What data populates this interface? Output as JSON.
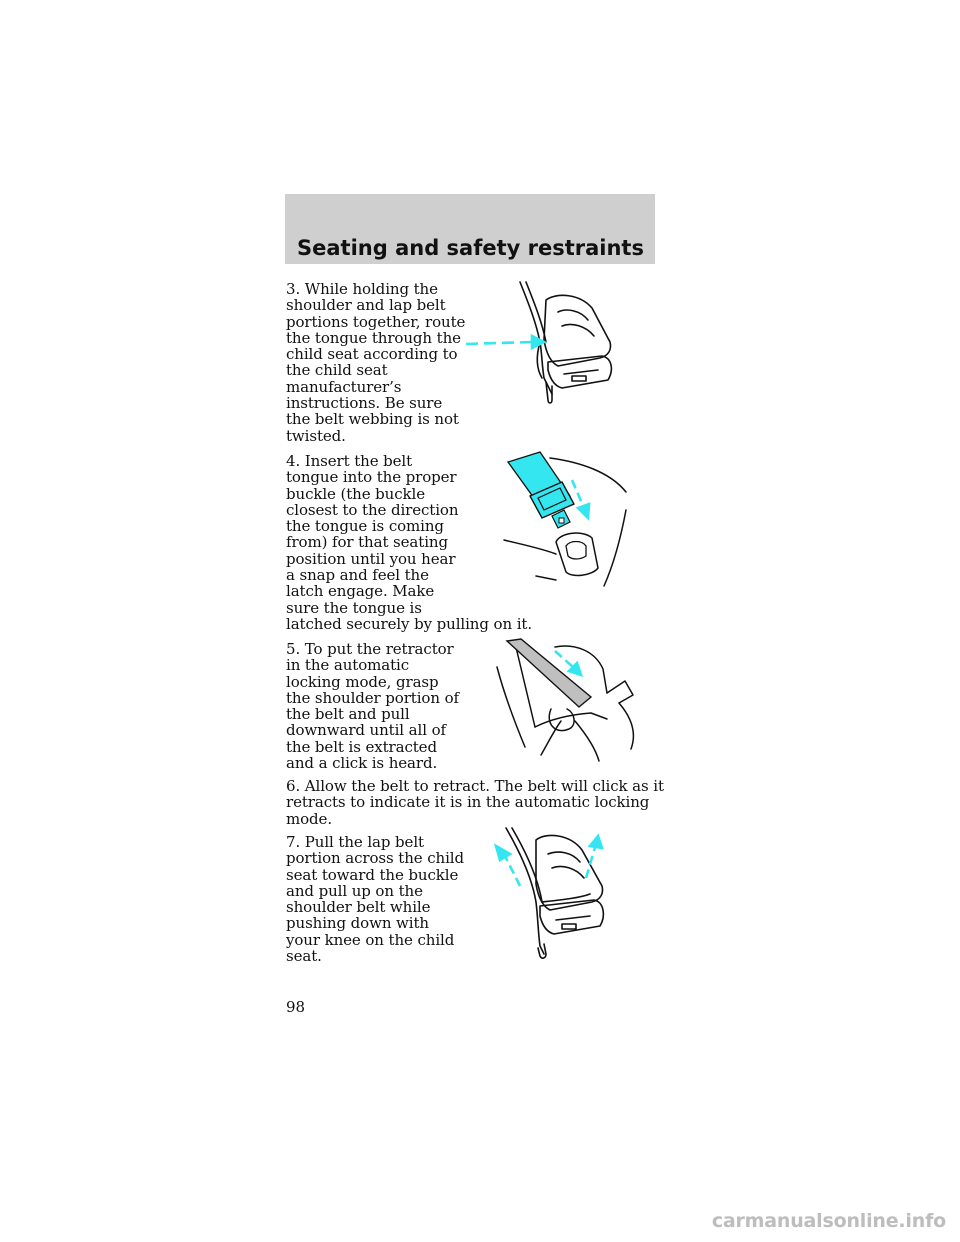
{
  "header": {
    "title": "Seating and safety restraints"
  },
  "steps": [
    {
      "text": "3. While holding the\nshoulder and lap belt\nportions together, route\nthe tongue through the\nchild seat according to\nthe child seat\nmanufacturer’s\ninstructions. Be sure\nthe belt webbing is not\ntwisted."
    },
    {
      "text": "4. Insert the belt\ntongue into the proper\nbuckle (the buckle\nclosest to the direction\nthe tongue is coming\nfrom) for that seating\nposition until you hear\na snap and feel the\nlatch engage. Make\nsure the tongue is\nlatched securely by pulling on it."
    },
    {
      "text": "5. To put the retractor\nin the automatic\nlocking mode, grasp\nthe shoulder portion of\nthe belt and pull\ndownward until all of\nthe belt is extracted\nand a click is heard."
    },
    {
      "text": "6. Allow the belt to retract. The belt will click as it\nretracts to indicate it is in the automatic locking\nmode."
    },
    {
      "text": "7. Pull the lap belt\nportion across the child\nseat toward the buckle\nand pull up on the\nshoulder belt while\npushing down with\nyour knee on the child\nseat."
    }
  ],
  "page_number": "98",
  "watermark": "carmanualsonline.info",
  "colors": {
    "header_band": "#cfcfcf",
    "accent": "#33e6f0",
    "line": "#111111"
  },
  "illustrations": [
    {
      "icon": "child-seat-belt-route-icon"
    },
    {
      "icon": "buckle-insert-icon"
    },
    {
      "icon": "shoulder-belt-pull-icon"
    },
    {
      "icon": "lap-belt-tighten-icon"
    }
  ]
}
